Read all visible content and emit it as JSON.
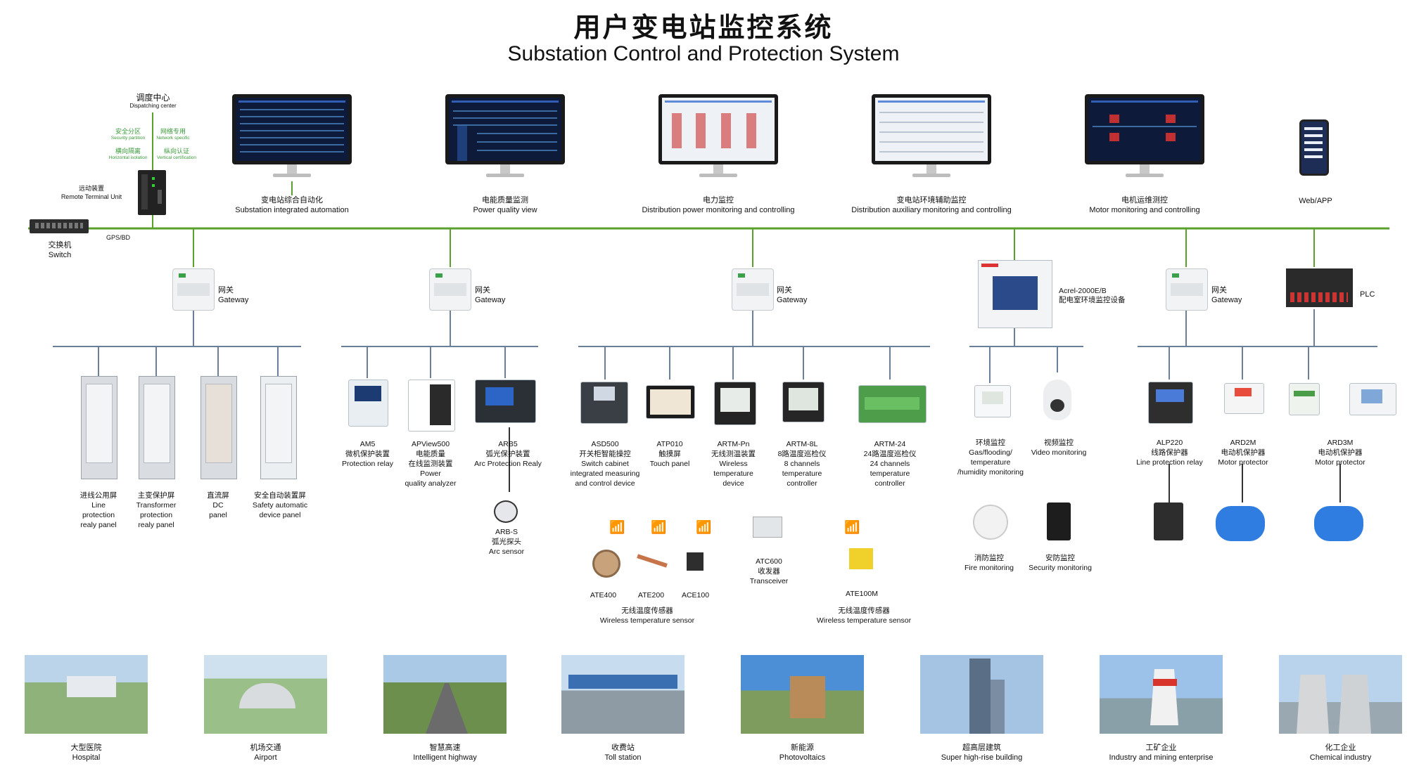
{
  "title": {
    "cn": "用户变电站监控系统",
    "en": "Substation Control and Protection System"
  },
  "dispatch": {
    "cn": "调度中心",
    "en": "Dispatching center",
    "sec_cn": "安全分区",
    "sec_en": "Security partition",
    "net_cn": "网络专用",
    "net_en": "Network specific",
    "hor_cn": "横向隔离",
    "hor_en": "Horizontal isolation",
    "ver_cn": "纵向认证",
    "ver_en": "Vertical certification",
    "rtu_cn": "远动装置",
    "rtu_en": "Remote Terminal Unit",
    "switch_cn": "交换机",
    "switch_en": "Switch",
    "gps": "GPS/BD"
  },
  "monitors": [
    {
      "cn": "变电站综合自动化",
      "en": "Substation integrated automation",
      "theme": "dark"
    },
    {
      "cn": "电能质量监测",
      "en": "Power quality view",
      "theme": "dark"
    },
    {
      "cn": "电力监控",
      "en": "Distribution power monitoring and controlling",
      "theme": "light"
    },
    {
      "cn": "变电站环境辅助监控",
      "en": "Distribution auxiliary monitoring and controlling",
      "theme": "light"
    },
    {
      "cn": "电机运维测控",
      "en": "Motor monitoring and controlling",
      "theme": "dark"
    }
  ],
  "webapp": "Web/APP",
  "gateways": [
    {
      "cn": "网关",
      "en": "Gateway"
    },
    {
      "cn": "网关",
      "en": "Gateway"
    },
    {
      "cn": "网关",
      "en": "Gateway"
    },
    {
      "cn": "网关",
      "en": "Gateway"
    }
  ],
  "env_device": {
    "en": "Acrel-2000E/B",
    "cn": "配电室环境监控设备"
  },
  "plc": "PLC",
  "group1": [
    {
      "l1": "进线公用屏",
      "l2": "Line",
      "l3": "protection",
      "l4": "realy panel"
    },
    {
      "l1": "主变保护屏",
      "l2": "Transformer",
      "l3": "protection",
      "l4": "realy panel"
    },
    {
      "l1": "直流屏",
      "l2": "DC",
      "l3": "panel",
      "l4": ""
    },
    {
      "l1": "安全自动装置屏",
      "l2": "Safety automatic",
      "l3": "device panel",
      "l4": ""
    }
  ],
  "group2": [
    {
      "l1": "AM5",
      "l2": "微机保护装置",
      "l3": "Protection relay",
      "l4": "",
      "l5": ""
    },
    {
      "l1": "APView500",
      "l2": "电能质量",
      "l3": "在线监测装置",
      "l4": "Power",
      "l5": "quality analyzer"
    },
    {
      "l1": "ARB5",
      "l2": "弧光保护装置",
      "l3": "Arc Protection Realy",
      "l4": "",
      "l5": ""
    }
  ],
  "arb_sensor": {
    "l1": "ARB-S",
    "l2": "弧光探头",
    "l3": "Arc sensor"
  },
  "group3": [
    {
      "l1": "ASD500",
      "l2": "开关柜智能操控",
      "l3": "Switch cabinet",
      "l4": "integrated measuring",
      "l5": "and control device"
    },
    {
      "l1": "ATP010",
      "l2": "触摸屏",
      "l3": "Touch panel",
      "l4": "",
      "l5": ""
    },
    {
      "l1": "ARTM-Pn",
      "l2": "无线测温装置",
      "l3": "Wireless",
      "l4": "temperature",
      "l5": "device"
    },
    {
      "l1": "ARTM-8L",
      "l2": "8路温度巡检仪",
      "l3": "8 channels",
      "l4": "temperature",
      "l5": "controller"
    },
    {
      "l1": "ARTM-24",
      "l2": "24路温度巡检仪",
      "l3": "24 channels",
      "l4": "temperature",
      "l5": "controller"
    }
  ],
  "sensors": {
    "ate400": "ATE400",
    "ate200": "ATE200",
    "ace100": "ACE100",
    "ate100m": "ATE100M",
    "atc600": {
      "l1": "ATC600",
      "l2": "收发器",
      "l3": "Transceiver"
    },
    "wt1": {
      "cn": "无线温度传感器",
      "en": "Wireless temperature sensor"
    },
    "wt2": {
      "cn": "无线温度传感器",
      "en": "Wireless temperature sensor"
    }
  },
  "group4": [
    {
      "l1": "环境监控",
      "l2": "Gas/flooding/",
      "l3": "temperature",
      "l4": "/humidity monitoring"
    },
    {
      "l1": "视频监控",
      "l2": "Video monitoring",
      "l3": "",
      "l4": ""
    },
    {
      "l1": "消防监控",
      "l2": "Fire monitoring",
      "l3": "",
      "l4": ""
    },
    {
      "l1": "安防监控",
      "l2": "Security monitoring",
      "l3": "",
      "l4": ""
    }
  ],
  "group5": [
    {
      "l1": "ALP220",
      "l2": "线路保护器",
      "l3": "Line protection relay"
    },
    {
      "l1": "ARD2M",
      "l2": "电动机保护器",
      "l3": "Motor protector"
    },
    {
      "l1": "ARD3M",
      "l2": "电动机保护器",
      "l3": "Motor protector"
    }
  ],
  "industries": [
    {
      "cn": "大型医院",
      "en": "Hospital"
    },
    {
      "cn": "机场交通",
      "en": "Airport"
    },
    {
      "cn": "智慧高速",
      "en": "Intelligent highway"
    },
    {
      "cn": "收费站",
      "en": "Toll station"
    },
    {
      "cn": "新能源",
      "en": "Photovoltaics"
    },
    {
      "cn": "超高层建筑",
      "en": "Super high-rise building"
    },
    {
      "cn": "工矿企业",
      "en": "Industry and mining enterprise"
    },
    {
      "cn": "化工企业",
      "en": "Chemical industry"
    }
  ],
  "colors": {
    "bus": "#5aa02c",
    "drop": "#6a7f9a",
    "screen_dark": "#0d1a3a"
  }
}
